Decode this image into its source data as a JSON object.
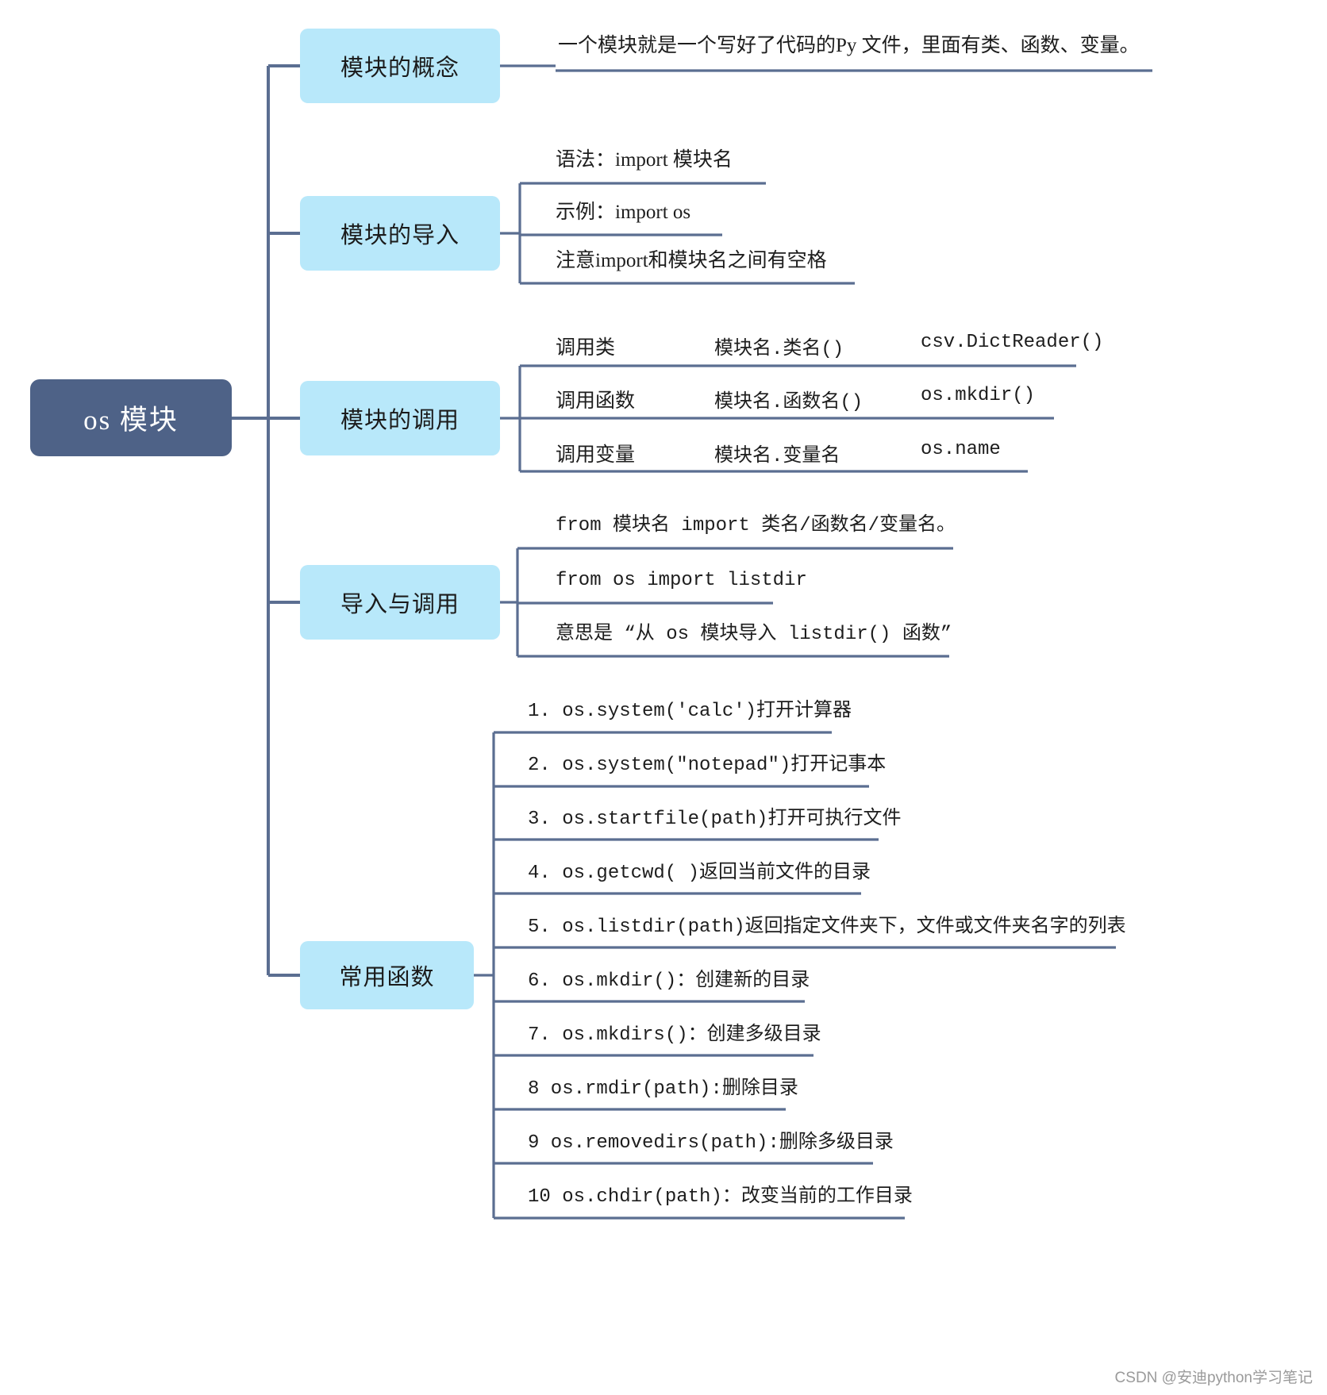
{
  "colors": {
    "root_bg": "#4e6287",
    "root_text": "#ffffff",
    "branch_bg": "#b8e8fa",
    "line": "#5b6e91",
    "text": "#1d1d1d",
    "watermark": "#9a9a9a",
    "background": "#ffffff"
  },
  "root": {
    "label": "os 模块"
  },
  "branches": [
    {
      "id": "concept",
      "label": "模块的概念",
      "leaves": [
        {
          "text": "一个模块就是一个写好了代码的Py 文件，里面有类、函数、变量。"
        }
      ]
    },
    {
      "id": "import",
      "label": "模块的导入",
      "leaves": [
        {
          "text": "语法：import  模块名"
        },
        {
          "text": "示例：import os"
        },
        {
          "text": "注意import和模块名之间有空格"
        }
      ]
    },
    {
      "id": "call",
      "label": "模块的调用",
      "leaves": [
        {
          "col0": "调用类",
          "col1": "模块名.类名()",
          "col2": "csv.DictReader()"
        },
        {
          "col0": "调用函数",
          "col1": "模块名.函数名()",
          "col2": "os.mkdir()"
        },
        {
          "col0": "调用变量",
          "col1": "模块名.变量名",
          "col2": "os.name"
        }
      ]
    },
    {
      "id": "import-call",
      "label": "导入与调用",
      "leaves": [
        {
          "text": "from 模块名 import 类名/函数名/变量名。"
        },
        {
          "text": "from os import listdir"
        },
        {
          "text": "意思是 “从 os 模块导入 listdir() 函数”"
        }
      ]
    },
    {
      "id": "functions",
      "label": "常用函数",
      "leaves": [
        {
          "text": "1. os.system('calc')打开计算器"
        },
        {
          "text": "2. os.system(\"notepad\")打开记事本"
        },
        {
          "text": "3. os.startfile(path)打开可执行文件"
        },
        {
          "text": "4. os.getcwd( )返回当前文件的目录"
        },
        {
          "text": "5. os.listdir(path)返回指定文件夹下，文件或文件夹名字的列表"
        },
        {
          "text": "6. os.mkdir()：创建新的目录"
        },
        {
          "text": "7. os.mkdirs()：创建多级目录"
        },
        {
          "text": "8 os.rmdir(path):删除目录"
        },
        {
          "text": "9 os.removedirs(path):删除多级目录"
        },
        {
          "text": "10 os.chdir(path)：改变当前的工作目录"
        }
      ]
    }
  ],
  "watermark": {
    "text": "CSDN @安迪python学习笔记"
  }
}
